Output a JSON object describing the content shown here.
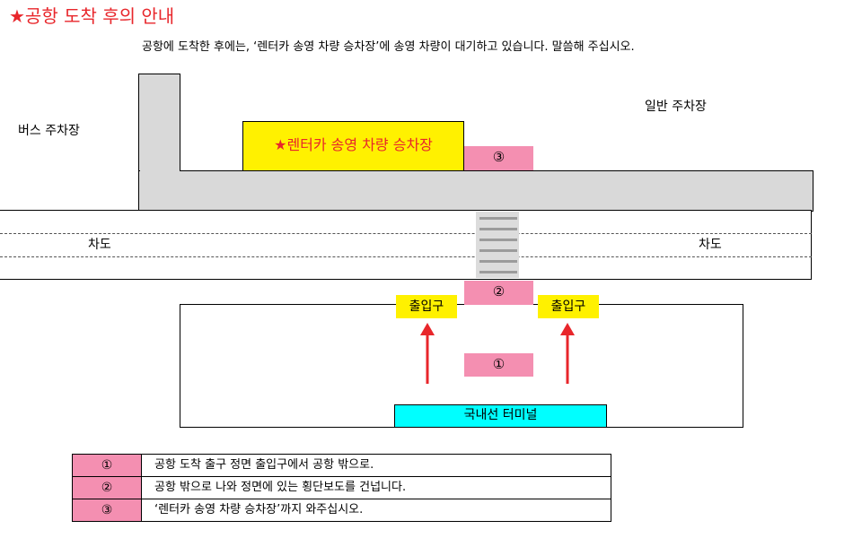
{
  "header": {
    "title": "★공항 도착 후의 안내",
    "intro": "공항에 도착한 후에는, ‘렌터카 송영 차량 승차장’에 송영 차량이 대기하고 있습니다.  말씀해 주십시오."
  },
  "map": {
    "bus_parking": "버스 주차장",
    "general_parking": "일반 주차장",
    "pickup_area": "★렌터카 송영 차량 승차장",
    "roadway_left": "차도",
    "roadway_right": "차도",
    "entrance_left": "출입구",
    "entrance_right": "출입구",
    "terminal": "국내선 터미널",
    "marker_1": "①",
    "marker_2": "②",
    "marker_3": "③"
  },
  "legend": [
    {
      "num": "①",
      "text": "공항 도착 출구 정면 출입구에서 공항 밖으로."
    },
    {
      "num": "②",
      "text": "공항 밖으로 나와 정면에 있는 횡단보도를 건넙니다."
    },
    {
      "num": "③",
      "text": "‘렌터카 송영 차량 승차장’까지 와주십시오."
    }
  ],
  "colors": {
    "title_red": "#e8262b",
    "marker_pink": "#f48fb1",
    "highlight_yellow": "#fff100",
    "terminal_cyan": "#00ffff",
    "arrow_red": "#e8262b"
  }
}
